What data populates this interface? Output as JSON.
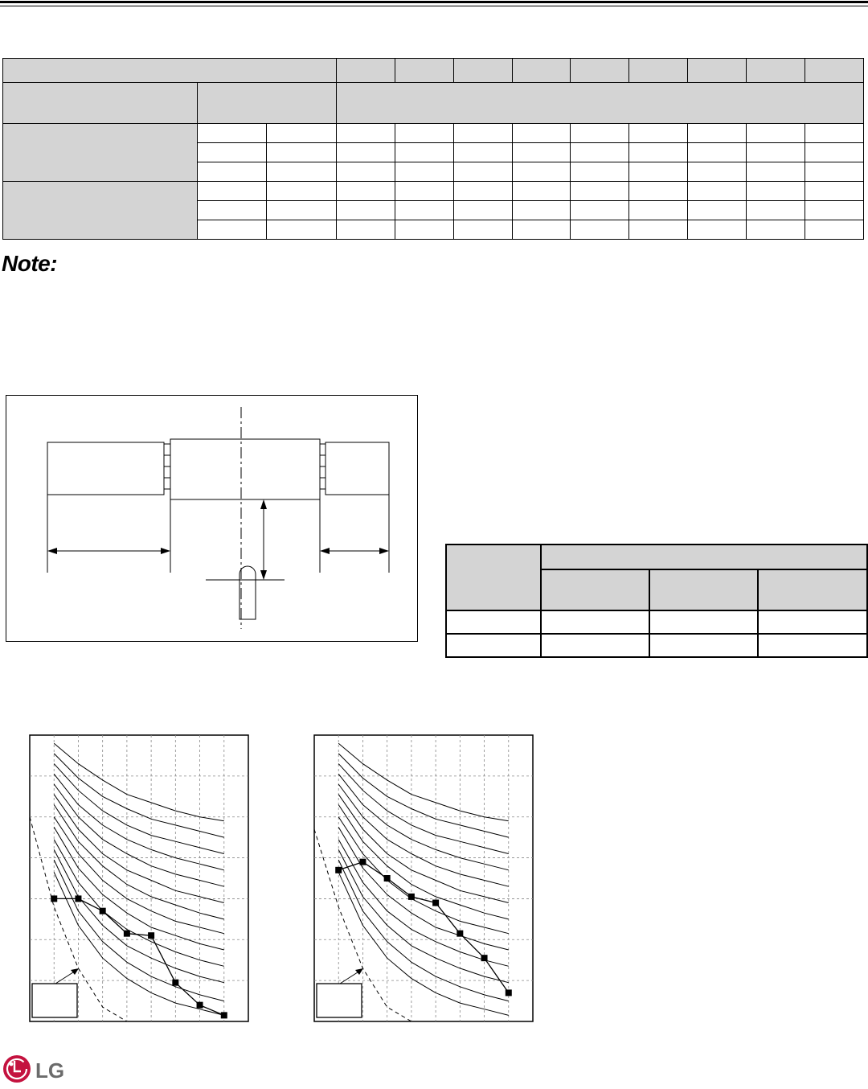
{
  "page": {
    "note_heading": "Note:",
    "brand": "LG"
  },
  "colors": {
    "table_header_fill": "#d4d4d4",
    "line": "#000000",
    "grid": "#888888",
    "logo_red": "#c4123f"
  },
  "spec_table": {
    "columns": 12,
    "header_text": [],
    "row_groups": 2,
    "rows_per_group": 3
  },
  "clearance_table": {
    "columns": 4,
    "data_rows": 2
  },
  "chart_data": [
    {
      "type": "line",
      "title": "",
      "xlabel": "",
      "ylabel": "",
      "xlim": [
        0,
        9
      ],
      "ylim": [
        0,
        7
      ],
      "grid": true,
      "curves": [
        {
          "x": [
            1,
            2,
            3,
            4,
            5,
            6,
            7,
            8
          ],
          "y": [
            6.8,
            6.3,
            5.9,
            5.55,
            5.35,
            5.15,
            5.0,
            4.9
          ]
        },
        {
          "x": [
            1,
            2,
            3,
            4,
            5,
            6,
            7,
            8
          ],
          "y": [
            6.55,
            5.95,
            5.5,
            5.2,
            4.95,
            4.8,
            4.65,
            4.5
          ]
        },
        {
          "x": [
            1,
            2,
            3,
            4,
            5,
            6,
            7,
            8
          ],
          "y": [
            6.3,
            5.65,
            5.15,
            4.8,
            4.55,
            4.4,
            4.25,
            4.1
          ]
        },
        {
          "x": [
            1,
            2,
            3,
            4,
            5,
            6,
            7,
            8
          ],
          "y": [
            6.05,
            5.3,
            4.8,
            4.45,
            4.2,
            4.0,
            3.85,
            3.7
          ]
        },
        {
          "x": [
            1,
            2,
            3,
            4,
            5,
            6,
            7,
            8
          ],
          "y": [
            5.8,
            5.0,
            4.45,
            4.1,
            3.8,
            3.6,
            3.45,
            3.3
          ]
        },
        {
          "x": [
            1,
            2,
            3,
            4,
            5,
            6,
            7,
            8
          ],
          "y": [
            5.55,
            4.7,
            4.1,
            3.7,
            3.45,
            3.2,
            3.05,
            2.9
          ]
        },
        {
          "x": [
            1,
            2,
            3,
            4,
            5,
            6,
            7,
            8
          ],
          "y": [
            5.3,
            4.4,
            3.8,
            3.35,
            3.05,
            2.85,
            2.65,
            2.5
          ]
        },
        {
          "x": [
            1,
            2,
            3,
            4,
            5,
            6,
            7,
            8
          ],
          "y": [
            5.0,
            4.1,
            3.45,
            3.0,
            2.7,
            2.45,
            2.3,
            2.15
          ]
        },
        {
          "x": [
            1,
            2,
            3,
            4,
            5,
            6,
            7,
            8
          ],
          "y": [
            4.75,
            3.75,
            3.1,
            2.65,
            2.3,
            2.1,
            1.9,
            1.75
          ]
        },
        {
          "x": [
            1,
            2,
            3,
            4,
            5,
            6,
            7,
            8
          ],
          "y": [
            4.45,
            3.4,
            2.7,
            2.25,
            1.95,
            1.7,
            1.5,
            1.35
          ]
        },
        {
          "x": [
            1,
            2,
            3,
            4,
            5,
            6,
            7,
            8
          ],
          "y": [
            4.2,
            3.05,
            2.35,
            1.85,
            1.55,
            1.3,
            1.1,
            0.95
          ]
        },
        {
          "x": [
            1,
            2,
            3,
            4,
            5,
            6,
            7,
            8
          ],
          "y": [
            3.95,
            2.7,
            1.95,
            1.45,
            1.1,
            0.85,
            0.65,
            0.5
          ]
        },
        {
          "x": [
            1,
            2,
            3,
            4,
            5,
            6,
            7,
            8
          ],
          "y": [
            3.65,
            2.35,
            1.55,
            1.05,
            0.7,
            0.45,
            0.3,
            0.15
          ]
        }
      ],
      "limit_curve": {
        "x": [
          0,
          1,
          2,
          3,
          4
        ],
        "y": [
          5.0,
          2.8,
          1.3,
          0.35,
          0
        ]
      },
      "measured": {
        "x": [
          1,
          2,
          3,
          4,
          5,
          6,
          7,
          8
        ],
        "y": [
          3.0,
          3.0,
          2.7,
          2.15,
          2.1,
          0.95,
          0.4,
          0.15
        ]
      }
    },
    {
      "type": "line",
      "title": "",
      "xlabel": "",
      "ylabel": "",
      "xlim": [
        0,
        9
      ],
      "ylim": [
        0,
        7
      ],
      "grid": true,
      "curves": [
        {
          "x": [
            1,
            2,
            3,
            4,
            5,
            6,
            7,
            8
          ],
          "y": [
            6.8,
            6.3,
            5.9,
            5.55,
            5.35,
            5.15,
            5.0,
            4.9
          ]
        },
        {
          "x": [
            1,
            2,
            3,
            4,
            5,
            6,
            7,
            8
          ],
          "y": [
            6.55,
            5.95,
            5.5,
            5.2,
            4.95,
            4.8,
            4.65,
            4.5
          ]
        },
        {
          "x": [
            1,
            2,
            3,
            4,
            5,
            6,
            7,
            8
          ],
          "y": [
            6.3,
            5.65,
            5.15,
            4.8,
            4.55,
            4.4,
            4.25,
            4.1
          ]
        },
        {
          "x": [
            1,
            2,
            3,
            4,
            5,
            6,
            7,
            8
          ],
          "y": [
            6.05,
            5.3,
            4.8,
            4.45,
            4.2,
            4.0,
            3.85,
            3.7
          ]
        },
        {
          "x": [
            1,
            2,
            3,
            4,
            5,
            6,
            7,
            8
          ],
          "y": [
            5.8,
            5.0,
            4.45,
            4.1,
            3.8,
            3.6,
            3.45,
            3.3
          ]
        },
        {
          "x": [
            1,
            2,
            3,
            4,
            5,
            6,
            7,
            8
          ],
          "y": [
            5.55,
            4.7,
            4.1,
            3.7,
            3.45,
            3.2,
            3.05,
            2.9
          ]
        },
        {
          "x": [
            1,
            2,
            3,
            4,
            5,
            6,
            7,
            8
          ],
          "y": [
            5.3,
            4.4,
            3.8,
            3.35,
            3.05,
            2.85,
            2.65,
            2.5
          ]
        },
        {
          "x": [
            1,
            2,
            3,
            4,
            5,
            6,
            7,
            8
          ],
          "y": [
            5.0,
            4.1,
            3.45,
            3.0,
            2.7,
            2.45,
            2.3,
            2.15
          ]
        },
        {
          "x": [
            1,
            2,
            3,
            4,
            5,
            6,
            7,
            8
          ],
          "y": [
            4.75,
            3.75,
            3.1,
            2.65,
            2.3,
            2.1,
            1.9,
            1.75
          ]
        },
        {
          "x": [
            1,
            2,
            3,
            4,
            5,
            6,
            7,
            8
          ],
          "y": [
            4.45,
            3.4,
            2.7,
            2.25,
            1.95,
            1.7,
            1.5,
            1.35
          ]
        },
        {
          "x": [
            1,
            2,
            3,
            4,
            5,
            6,
            7,
            8
          ],
          "y": [
            4.2,
            3.05,
            2.35,
            1.85,
            1.55,
            1.3,
            1.1,
            0.95
          ]
        },
        {
          "x": [
            1,
            2,
            3,
            4,
            5,
            6,
            7,
            8
          ],
          "y": [
            3.95,
            2.7,
            1.95,
            1.45,
            1.1,
            0.85,
            0.65,
            0.5
          ]
        },
        {
          "x": [
            1,
            2,
            3,
            4,
            5,
            6,
            7,
            8
          ],
          "y": [
            3.65,
            2.35,
            1.55,
            1.05,
            0.7,
            0.45,
            0.3,
            0.15
          ]
        }
      ],
      "limit_curve": {
        "x": [
          0,
          1,
          2,
          3,
          4
        ],
        "y": [
          4.7,
          2.8,
          1.3,
          0.35,
          0
        ]
      },
      "measured": {
        "x": [
          1,
          2,
          3,
          4,
          5,
          6,
          7,
          8
        ],
        "y": [
          3.7,
          3.9,
          3.5,
          3.05,
          2.9,
          2.15,
          1.55,
          0.7
        ]
      }
    }
  ]
}
